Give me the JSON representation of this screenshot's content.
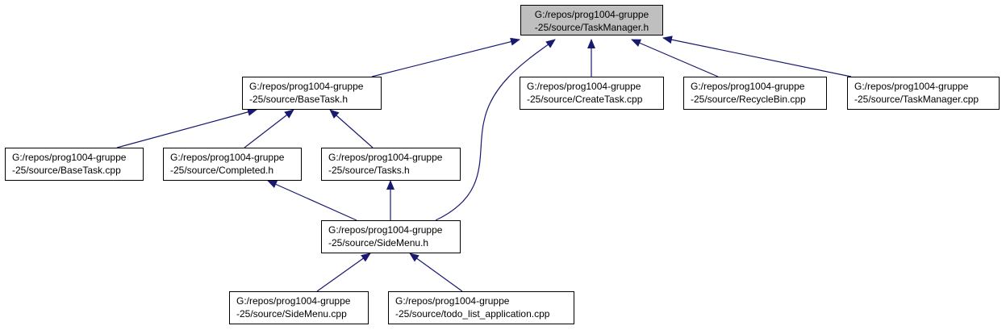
{
  "colors": {
    "edge": "#191970",
    "border": "#000000",
    "root_fill": "#bfbfbf",
    "node_fill": "#ffffff"
  },
  "nodes": {
    "taskmanager_h": {
      "line1": "G:/repos/prog1004-gruppe",
      "line2": "-25/source/TaskManager.h"
    },
    "basetask_h": {
      "line1": "G:/repos/prog1004-gruppe",
      "line2": "-25/source/BaseTask.h"
    },
    "createtask_cpp": {
      "line1": "G:/repos/prog1004-gruppe",
      "line2": "-25/source/CreateTask.cpp"
    },
    "recyclebin_cpp": {
      "line1": "G:/repos/prog1004-gruppe",
      "line2": "-25/source/RecycleBin.cpp"
    },
    "taskmanager_cpp": {
      "line1": "G:/repos/prog1004-gruppe",
      "line2": "-25/source/TaskManager.cpp"
    },
    "basetask_cpp": {
      "line1": "G:/repos/prog1004-gruppe",
      "line2": "-25/source/BaseTask.cpp"
    },
    "completed_h": {
      "line1": "G:/repos/prog1004-gruppe",
      "line2": "-25/source/Completed.h"
    },
    "tasks_h": {
      "line1": "G:/repos/prog1004-gruppe",
      "line2": "-25/source/Tasks.h"
    },
    "sidemenu_h": {
      "line1": "G:/repos/prog1004-gruppe",
      "line2": "-25/source/SideMenu.h"
    },
    "sidemenu_cpp": {
      "line1": "G:/repos/prog1004-gruppe",
      "line2": "-25/source/SideMenu.cpp"
    },
    "todo_cpp": {
      "line1": "G:/repos/prog1004-gruppe",
      "line2": "-25/source/todo_list_application.cpp"
    }
  }
}
